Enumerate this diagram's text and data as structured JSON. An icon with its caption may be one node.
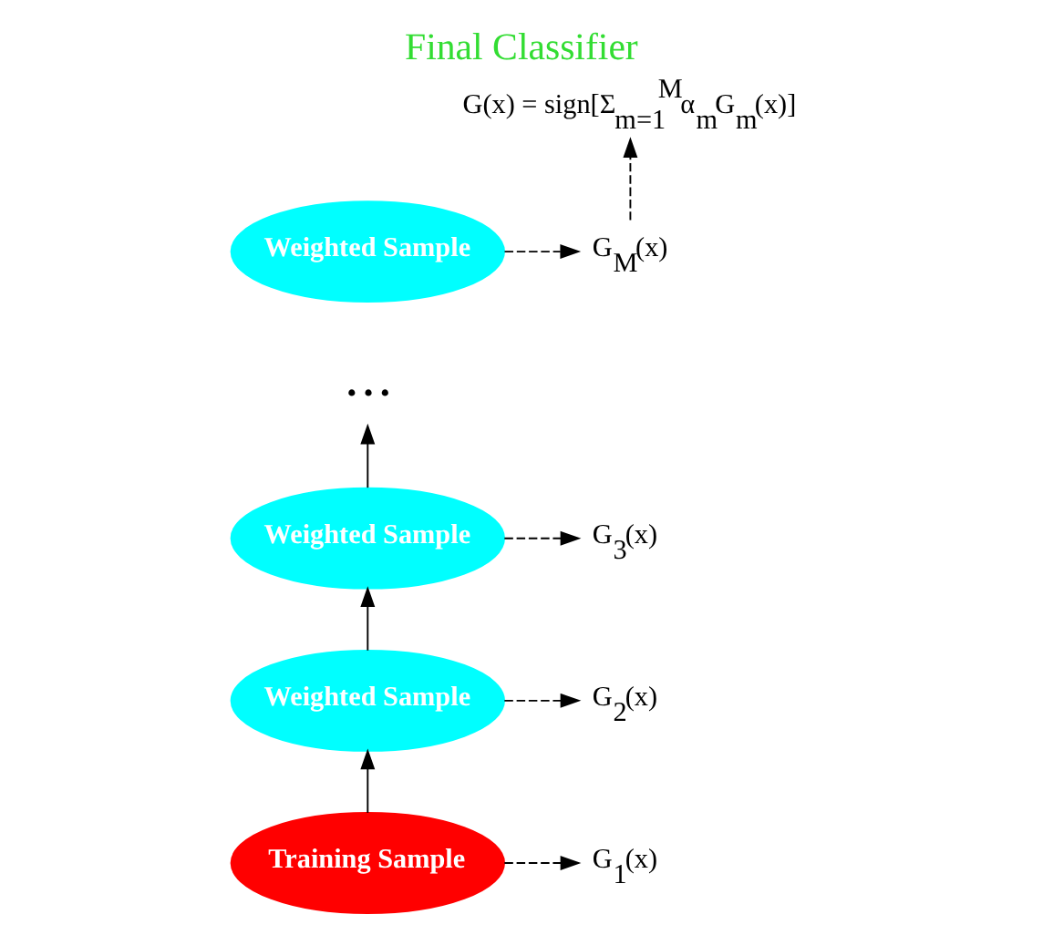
{
  "diagram": {
    "title": "Final Classifier",
    "nodes": [
      {
        "text": [
          "G(x) = sign[Σ$_{m=1}$$^{M}$α$_{m}$G$_{m}$(x)]"
        ]
      },
      {
        "text": [
          "Weighted Sample"
        ]
      },
      {
        "text": [
          "G$_{M}$(x)"
        ]
      },
      {
        "text": [
          "• • •"
        ]
      },
      {
        "text": [
          "Weighted Sample"
        ]
      },
      {
        "text": [
          "G$_{3}$(x)"
        ]
      },
      {
        "text": [
          "Weighted Sample"
        ]
      },
      {
        "text": [
          "G$_{2}$(x)"
        ]
      },
      {
        "text": [
          "Training Sample"
        ]
      },
      {
        "text": [
          "G$_{1}$(x)"
        ]
      }
    ],
    "edges": [
      {
        "from": 8,
        "to": 6,
        "arrow": "to"
      },
      {
        "from": 6,
        "to": 4,
        "arrow": "to"
      },
      {
        "from": 4,
        "to": 3,
        "arrow": "to"
      },
      {
        "from": 8,
        "to": 9,
        "arrow": "to",
        "style": "dashed"
      },
      {
        "from": 6,
        "to": 7,
        "arrow": "to",
        "style": "dashed"
      },
      {
        "from": 4,
        "to": 5,
        "arrow": "to",
        "style": "dashed"
      },
      {
        "from": 1,
        "to": 2,
        "arrow": "to",
        "style": "dashed"
      },
      {
        "from": 2,
        "to": 0,
        "arrow": "to",
        "style": "dashed"
      }
    ]
  }
}
